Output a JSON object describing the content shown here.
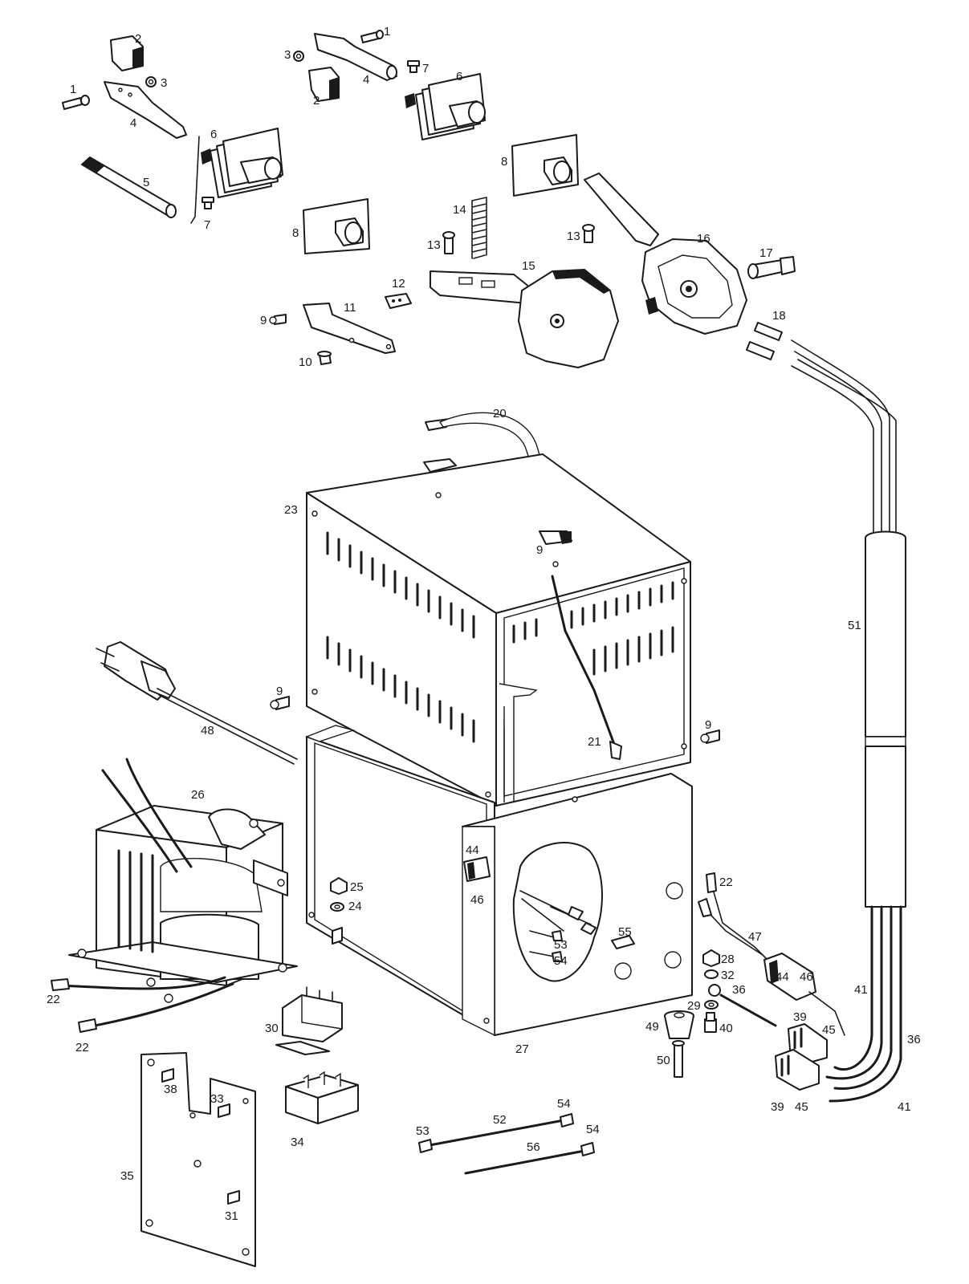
{
  "labels": {
    "l1a": "1",
    "l1b": "1",
    "l2a": "2",
    "l2b": "2",
    "l3a": "3",
    "l3b": "3",
    "l4a": "4",
    "l4b": "4",
    "l5": "5",
    "l6a": "6",
    "l6b": "6",
    "l7a": "7",
    "l7b": "7",
    "l8a": "8",
    "l8b": "8",
    "l9a": "9",
    "l9b": "9",
    "l9c": "9",
    "l9d": "9",
    "l10": "10",
    "l11": "11",
    "l12": "12",
    "l13a": "13",
    "l13b": "13",
    "l14": "14",
    "l15": "15",
    "l16": "16",
    "l17": "17",
    "l18": "18",
    "l20": "20",
    "l21": "21",
    "l22a": "22",
    "l22b": "22",
    "l22c": "22",
    "l23": "23",
    "l24": "24",
    "l25": "25",
    "l26": "26",
    "l27": "27",
    "l28": "28",
    "l29": "29",
    "l30": "30",
    "l31": "31",
    "l32": "32",
    "l33": "33",
    "l34": "34",
    "l35": "35",
    "l36a": "36",
    "l36b": "36",
    "l38": "38",
    "l39a": "39",
    "l39b": "39",
    "l40": "40",
    "l41a": "41",
    "l41b": "41",
    "l44a": "44",
    "l44b": "44",
    "l45a": "45",
    "l45b": "45",
    "l46a": "46",
    "l46b": "46",
    "l47": "47",
    "l48": "48",
    "l49": "49",
    "l50": "50",
    "l51": "51",
    "l52": "52",
    "l53a": "53",
    "l53b": "53",
    "l54a": "54",
    "l54b": "54",
    "l54c": "54",
    "l55": "55",
    "l56": "56"
  }
}
